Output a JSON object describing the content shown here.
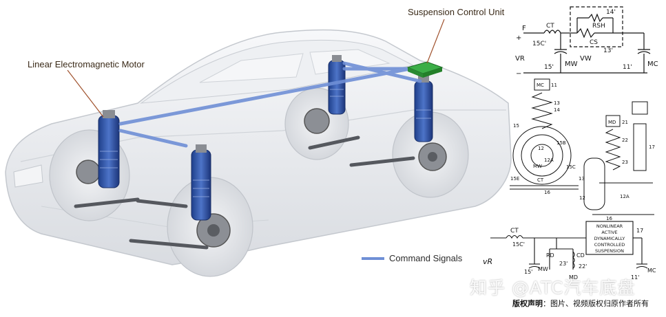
{
  "callouts": {
    "suspension_control_unit": "Suspension Control Unit",
    "linear_motor": "Linear Electromagnetic Motor",
    "command_signals": "Command Signals"
  },
  "colors": {
    "signal_line": "#6f8fd6",
    "actuator_blue": "#2f54a8",
    "control_unit_green": "#2e9a3a",
    "car_body": "#e9ebee"
  },
  "schematic_top": {
    "F": "F",
    "plus": "+",
    "minus": "−",
    "CT": "CT",
    "C15": "15C'",
    "R14": "14'",
    "RSH": "RSH",
    "CS": "CS",
    "L13": "13'",
    "VR": "VR",
    "VW": "VW",
    "MW": "MW",
    "MC": "MC",
    "n15": "15'",
    "n11": "11'"
  },
  "schematic_mid": {
    "mc": "MC",
    "n11": "11",
    "n13": "13",
    "n14": "14",
    "n15": "15",
    "n12": "12",
    "n15b": "15B",
    "n12a": "12A",
    "n15c": "15C",
    "n15e": "15E",
    "ct": "CT",
    "n16": "16",
    "mw": "MW",
    "md": "MD",
    "n21": "21",
    "n22": "22",
    "n23": "23",
    "n17": "17",
    "n12b": "12",
    "n12a2": "12A",
    "n13b": "13",
    "n16b": "16"
  },
  "schematic_bottom": {
    "CT": "CT",
    "C15": "15C'",
    "VR": "vR",
    "nonlinear": [
      "NONLINEAR",
      "ACTIVE",
      "DYNAMICALLY",
      "CONTROLLED",
      "SUSPENSION"
    ],
    "n17": "17",
    "RD": "RD",
    "CD": "CD",
    "n23": "23'",
    "n22": "22'",
    "MD": "MD",
    "MW": "MW",
    "n15": "15'",
    "MC": "MC",
    "n11": "11'"
  },
  "watermark": "知乎 @ATC汽车底盘",
  "copyright": {
    "label": "版权声明",
    "text": "：图片、视频版权归原作者所有"
  }
}
